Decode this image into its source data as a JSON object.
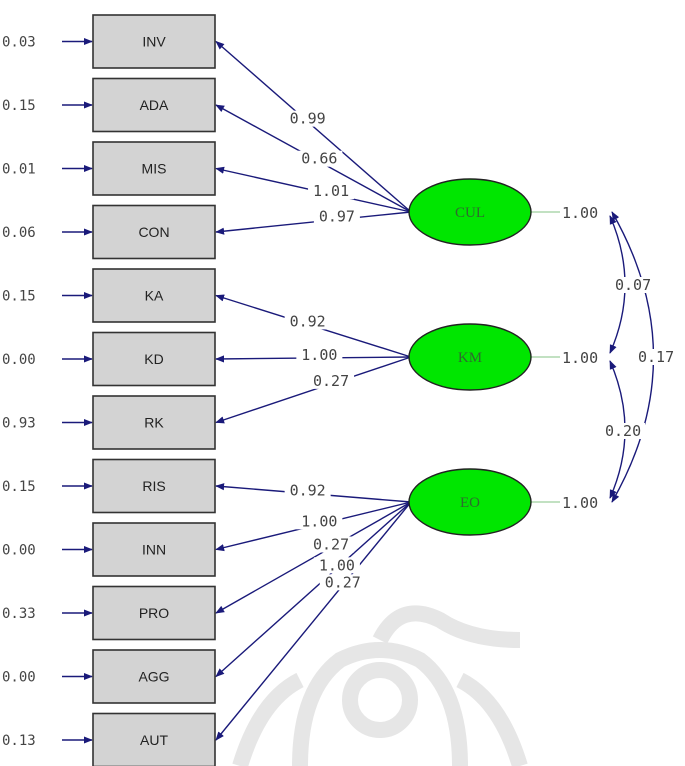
{
  "diagram": {
    "observed": [
      {
        "id": "INV",
        "error": "0.03"
      },
      {
        "id": "ADA",
        "error": "0.15"
      },
      {
        "id": "MIS",
        "error": "0.01"
      },
      {
        "id": "CON",
        "error": "0.06"
      },
      {
        "id": "KA",
        "error": "0.15"
      },
      {
        "id": "KD",
        "error": "0.00"
      },
      {
        "id": "RK",
        "error": "0.93"
      },
      {
        "id": "RIS",
        "error": "0.15"
      },
      {
        "id": "INN",
        "error": "0.00"
      },
      {
        "id": "PRO",
        "error": "0.33"
      },
      {
        "id": "AGG",
        "error": "0.00"
      },
      {
        "id": "AUT",
        "error": "0.13"
      }
    ],
    "latent": [
      {
        "id": "CUL",
        "variance": "1.00"
      },
      {
        "id": "KM",
        "variance": "1.00"
      },
      {
        "id": "EO",
        "variance": "1.00"
      }
    ],
    "loadings": [
      {
        "from": "CUL",
        "to": "INV",
        "value": "0.99"
      },
      {
        "from": "CUL",
        "to": "ADA",
        "value": "0.66"
      },
      {
        "from": "CUL",
        "to": "MIS",
        "value": "1.01"
      },
      {
        "from": "CUL",
        "to": "CON",
        "value": "0.97"
      },
      {
        "from": "KM",
        "to": "KA",
        "value": "0.92"
      },
      {
        "from": "KM",
        "to": "KD",
        "value": "1.00"
      },
      {
        "from": "KM",
        "to": "RK",
        "value": "0.27"
      },
      {
        "from": "EO",
        "to": "RIS",
        "value": "0.92"
      },
      {
        "from": "EO",
        "to": "INN",
        "value": "1.00"
      },
      {
        "from": "EO",
        "to": "PRO",
        "value": "0.27"
      },
      {
        "from": "EO",
        "to": "AGG",
        "value": "1.00"
      },
      {
        "from": "EO",
        "to": "AUT",
        "value": "0.27"
      }
    ],
    "covariances": [
      {
        "between": [
          "CUL",
          "KM"
        ],
        "value": "0.07"
      },
      {
        "between": [
          "KM",
          "EO"
        ],
        "value": "0.20"
      },
      {
        "between": [
          "CUL",
          "EO"
        ],
        "value": "0.17"
      }
    ],
    "colors": {
      "latent_fill": "#00e600",
      "box_fill": "#d3d3d3",
      "arrow": "#1a1a7a"
    }
  }
}
